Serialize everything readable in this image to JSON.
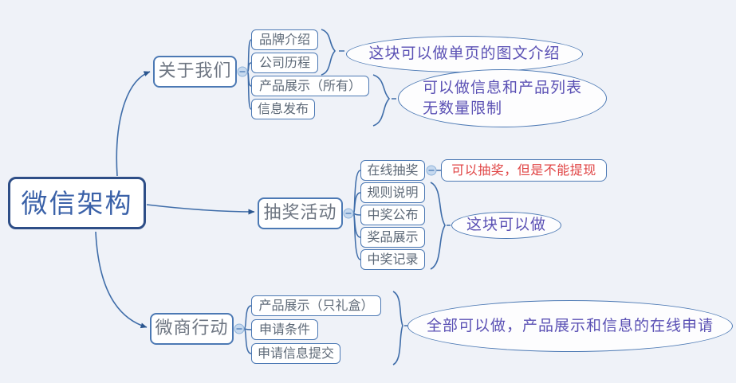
{
  "root": {
    "label": "微信架构"
  },
  "branches": [
    {
      "label": "关于我们",
      "children": [
        {
          "label": "品牌介绍"
        },
        {
          "label": "公司历程"
        },
        {
          "label": "产品展示（所有）"
        },
        {
          "label": "信息发布"
        }
      ],
      "annotations": [
        {
          "lines": [
            "这块可以做单页的图文介绍"
          ]
        },
        {
          "lines": [
            "可以做信息和产品列表",
            "无数量限制"
          ]
        }
      ]
    },
    {
      "label": "抽奖活动",
      "children": [
        {
          "label": "在线抽奖",
          "note": "可以抽奖，但是不能提现"
        },
        {
          "label": "规则说明"
        },
        {
          "label": "中奖公布"
        },
        {
          "label": "奖品展示"
        },
        {
          "label": "中奖记录"
        }
      ],
      "annotations": [
        {
          "lines": [
            "这块可以做"
          ]
        }
      ]
    },
    {
      "label": "微商行动",
      "children": [
        {
          "label": "产品展示（只礼盒）"
        },
        {
          "label": "申请条件"
        },
        {
          "label": "申请信息提交"
        }
      ],
      "annotations": [
        {
          "lines": [
            "全部可以做，产品展示和信息的在线申请"
          ]
        }
      ]
    }
  ],
  "colors": {
    "background": "#eff2f8",
    "node_border": "#4c79b4",
    "root_border": "#2e4e87",
    "root_text": "#3a61a8",
    "node_text": "#5d6977",
    "annotation_text": "#5a50b4",
    "warning_text": "#e04444",
    "edge": "#3f6da9",
    "collapse_fill": "#c6d9ef"
  }
}
